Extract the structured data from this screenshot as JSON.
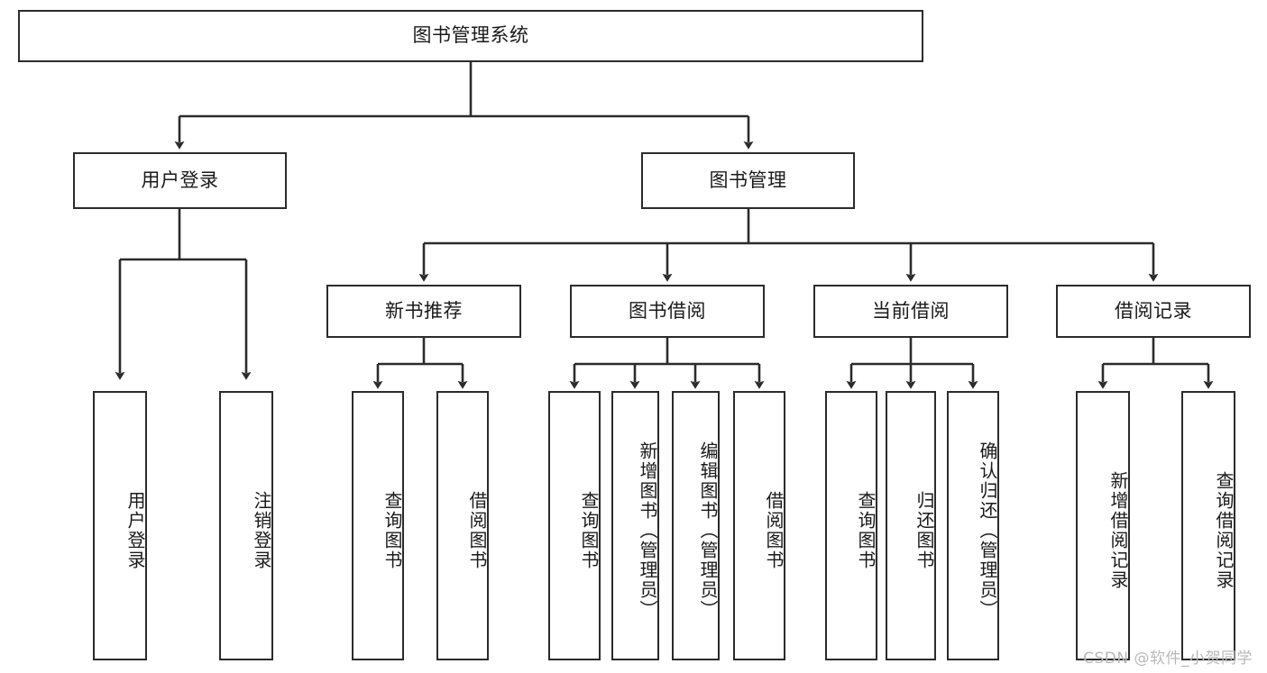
{
  "diagram": {
    "title": "图书管理系统",
    "type": "functional-structure-tree",
    "root": {
      "label": "图书管理系统"
    },
    "level2": [
      {
        "label": "用户登录"
      },
      {
        "label": "图书管理"
      }
    ],
    "level3": [
      {
        "label": "新书推荐"
      },
      {
        "label": "图书借阅"
      },
      {
        "label": "当前借阅"
      },
      {
        "label": "借阅记录"
      }
    ],
    "leaves": {
      "user_login": [
        {
          "label": "用户登录"
        },
        {
          "label": "注销登录"
        }
      ],
      "new_book_recommend": [
        {
          "label": "查询图书"
        },
        {
          "label": "借阅图书"
        }
      ],
      "book_borrow": [
        {
          "label": "查询图书"
        },
        {
          "label": "新增图书（管理员）"
        },
        {
          "label": "编辑图书（管理员）"
        },
        {
          "label": "借阅图书"
        }
      ],
      "current_borrow": [
        {
          "label": "查询图书"
        },
        {
          "label": "归还图书"
        },
        {
          "label": "确认归还（管理员）"
        }
      ],
      "borrow_record": [
        {
          "label": "新增借阅记录"
        },
        {
          "label": "查询借阅记录"
        }
      ]
    }
  },
  "watermark": {
    "text": "CSDN @软件_小贺同学"
  },
  "colors": {
    "stroke": "#2b2b2b",
    "fill": "#ffffff",
    "text": "#1a1a1a",
    "watermark": "#b9b9b9"
  }
}
